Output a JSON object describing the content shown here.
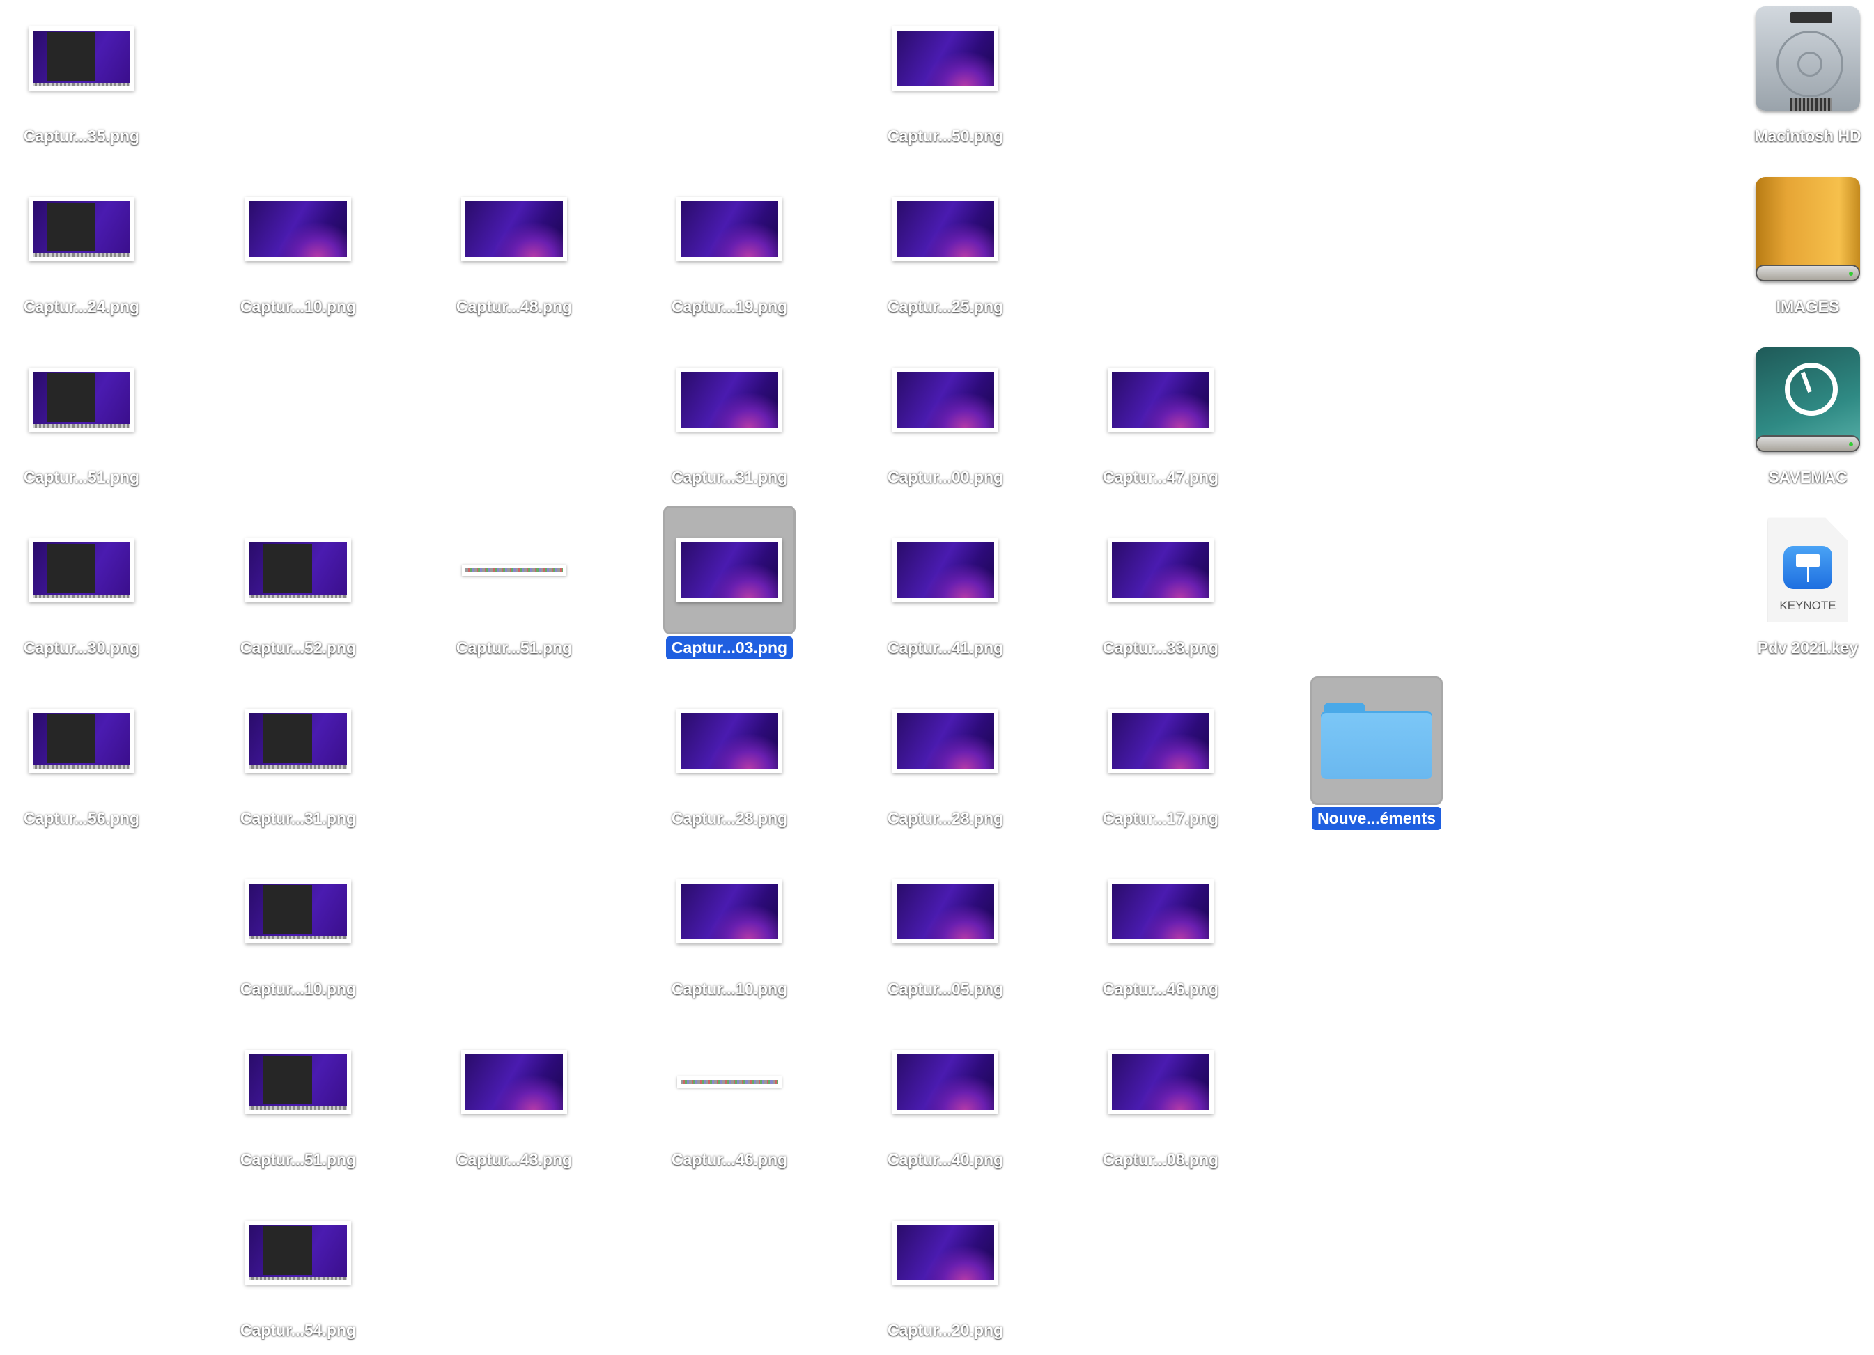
{
  "desktop": {
    "items": [
      {
        "label": "Captur...35.png",
        "kind": "screen",
        "selected": false
      },
      {
        "label": "Captur...50.png",
        "kind": "wall",
        "selected": false
      },
      {
        "label": "Macintosh HD",
        "kind": "hd",
        "selected": false
      },
      {
        "label": "Captur...24.png",
        "kind": "screen",
        "selected": false
      },
      {
        "label": "Captur...10.png",
        "kind": "wall",
        "selected": false
      },
      {
        "label": "Captur...48.png",
        "kind": "wall",
        "selected": false
      },
      {
        "label": "Captur...19.png",
        "kind": "wall",
        "selected": false
      },
      {
        "label": "Captur...25.png",
        "kind": "wall",
        "selected": false
      },
      {
        "label": "IMAGES",
        "kind": "drive-orange",
        "selected": false
      },
      {
        "label": "Captur...51.png",
        "kind": "screen",
        "selected": false
      },
      {
        "label": "Captur...31.png",
        "kind": "wall",
        "selected": false
      },
      {
        "label": "Captur...00.png",
        "kind": "wall",
        "selected": false
      },
      {
        "label": "Captur...47.png",
        "kind": "wall",
        "selected": false
      },
      {
        "label": "SAVEMAC",
        "kind": "drive-timemachine",
        "selected": false
      },
      {
        "label": "Captur...30.png",
        "kind": "screen",
        "selected": false
      },
      {
        "label": "Captur...52.png",
        "kind": "screen",
        "selected": false
      },
      {
        "label": "Captur...51.png",
        "kind": "strip",
        "selected": false
      },
      {
        "label": "Captur...03.png",
        "kind": "wall",
        "selected": true
      },
      {
        "label": "Captur...41.png",
        "kind": "wall",
        "selected": false
      },
      {
        "label": "Captur...33.png",
        "kind": "wall",
        "selected": false
      },
      {
        "label": "Pdv 2021.key",
        "kind": "keynote",
        "doc_text": "KEYNOTE",
        "selected": false
      },
      {
        "label": "Captur...56.png",
        "kind": "screen",
        "selected": false
      },
      {
        "label": "Captur...31.png",
        "kind": "screen",
        "selected": false
      },
      {
        "label": "Captur...28.png",
        "kind": "wall",
        "selected": false
      },
      {
        "label": "Captur...28.png",
        "kind": "wall",
        "selected": false
      },
      {
        "label": "Captur...17.png",
        "kind": "wall",
        "selected": false
      },
      {
        "label": "Nouve...éments",
        "kind": "folder",
        "selected": true
      },
      {
        "label": "Captur...10.png",
        "kind": "screen",
        "selected": false
      },
      {
        "label": "Captur...10.png",
        "kind": "wall",
        "selected": false
      },
      {
        "label": "Captur...05.png",
        "kind": "wall",
        "selected": false
      },
      {
        "label": "Captur...46.png",
        "kind": "wall",
        "selected": false
      },
      {
        "label": "Captur...51.png",
        "kind": "screen",
        "selected": false
      },
      {
        "label": "Captur...43.png",
        "kind": "wall",
        "selected": false
      },
      {
        "label": "Captur...46.png",
        "kind": "strip",
        "selected": false
      },
      {
        "label": "Captur...40.png",
        "kind": "wall",
        "selected": false
      },
      {
        "label": "Captur...08.png",
        "kind": "wall",
        "selected": false
      },
      {
        "label": "Captur...54.png",
        "kind": "screen",
        "selected": false
      },
      {
        "label": "Captur...20.png",
        "kind": "wall",
        "selected": false
      }
    ]
  }
}
